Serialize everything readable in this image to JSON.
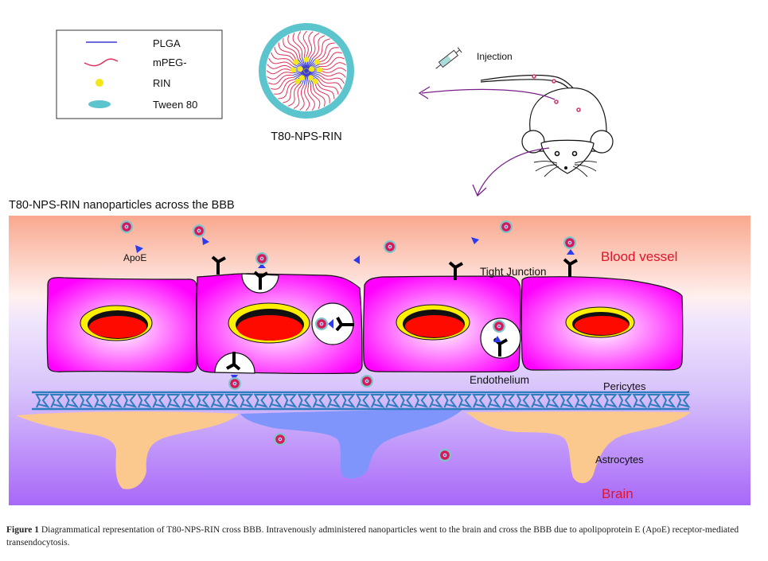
{
  "legend": {
    "items": [
      {
        "label": "PLGA",
        "symbol": "blue-line",
        "color": "#3a3ad0"
      },
      {
        "label": "mPEG-",
        "symbol": "red-wave",
        "color": "#e0305a"
      },
      {
        "label": "RIN",
        "symbol": "yellow-dot",
        "color": "#f5e61a"
      },
      {
        "label": "Tween 80",
        "symbol": "cyan-ellipse",
        "color": "#5cc4cc"
      }
    ]
  },
  "nanoparticle": {
    "label": "T80-NPS-RIN"
  },
  "mouse": {
    "injection_label": "Injection"
  },
  "section_title": "T80-NPS-RIN nanoparticles across the BBB",
  "labels": {
    "apoe": "ApoE",
    "blood_vessel": "Blood vessel",
    "tight_junction": "Tight Junction",
    "endothelium": "Endothelium",
    "pericytes": "Pericytes",
    "astrocytes": "Astrocytes",
    "brain": "Brain"
  },
  "colors": {
    "blood_top": "#f9a88e",
    "blood_mid": "#fff0ee",
    "brain_mid": "#e3d3fb",
    "brain_bottom": "#a868f8",
    "cell": "#ff00ff",
    "nucleus": "#ff0a00",
    "nucleus_ring": "#ffef00",
    "pericyte": "#2d7dbf",
    "astrocyte_orange": "#fbc98e",
    "astrocyte_blue": "#7f95fb",
    "label_red": "#e0142a",
    "apoe_blue": "#2a3bf0",
    "arrow_purple": "#7a1f8a"
  },
  "caption": {
    "figure_label": "Figure 1",
    "text": "Diagrammatical representation of T80-NPS-RIN cross BBB. Intravenously administered nanoparticles went to the brain and cross the BBB due to apolipoprotein E (ApoE) receptor-mediated transendocytosis."
  }
}
